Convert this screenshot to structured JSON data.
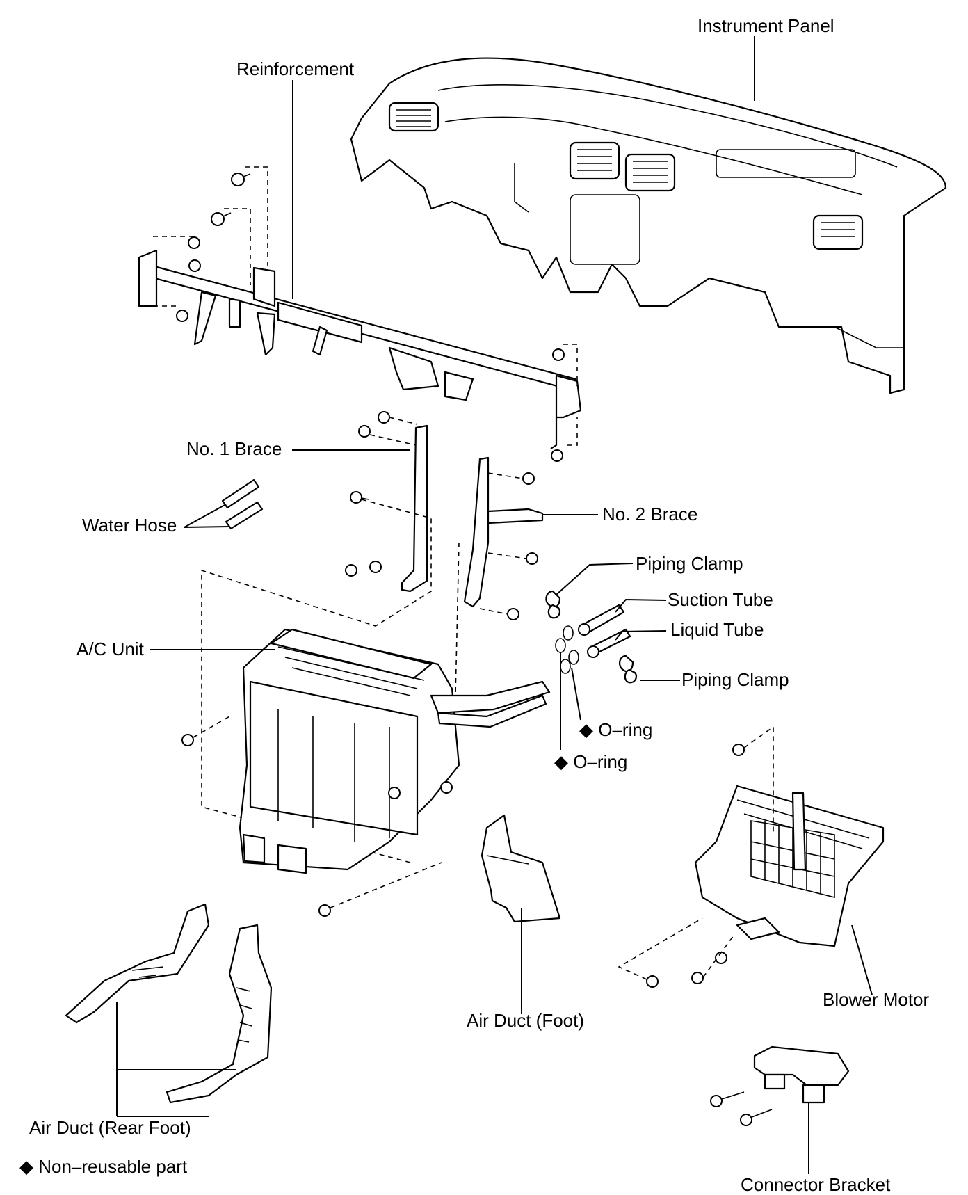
{
  "labels": {
    "instrument_panel": "Instrument Panel",
    "reinforcement": "Reinforcement",
    "no1_brace": "No. 1 Brace",
    "water_hose": "Water Hose",
    "no2_brace": "No. 2 Brace",
    "piping_clamp_upper": "Piping Clamp",
    "suction_tube": "Suction Tube",
    "liquid_tube": "Liquid Tube",
    "ac_unit": "A/C Unit",
    "piping_clamp_lower": "Piping Clamp",
    "o_ring_upper": "O–ring",
    "o_ring_lower": "O–ring",
    "blower_motor": "Blower Motor",
    "air_duct_foot": "Air Duct (Foot)",
    "air_duct_rear_foot": "Air Duct (Rear Foot)",
    "connector_bracket": "Connector Bracket"
  },
  "legend": {
    "symbol": "◆",
    "text": "Non–reusable part"
  }
}
